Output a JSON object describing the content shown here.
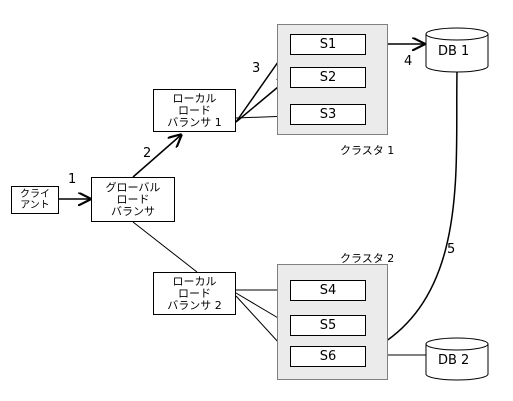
{
  "client": {
    "lines": [
      "クライ",
      "アント"
    ]
  },
  "global_lb": {
    "lines": [
      "グローバル",
      "ロード",
      "バランサ"
    ]
  },
  "local_lb1": {
    "lines": [
      "ローカル",
      "ロード",
      "バランサ 1"
    ]
  },
  "local_lb2": {
    "lines": [
      "ローカル",
      "ロード",
      "バランサ 2"
    ]
  },
  "cluster1": {
    "label": "クラスタ 1",
    "servers": [
      "S1",
      "S2",
      "S3"
    ]
  },
  "cluster2": {
    "label": "クラスタ 2",
    "servers": [
      "S4",
      "S5",
      "S6"
    ]
  },
  "db1": {
    "label": "DB 1"
  },
  "db2": {
    "label": "DB 2"
  },
  "steps": [
    "1",
    "2",
    "3",
    "4",
    "5"
  ]
}
